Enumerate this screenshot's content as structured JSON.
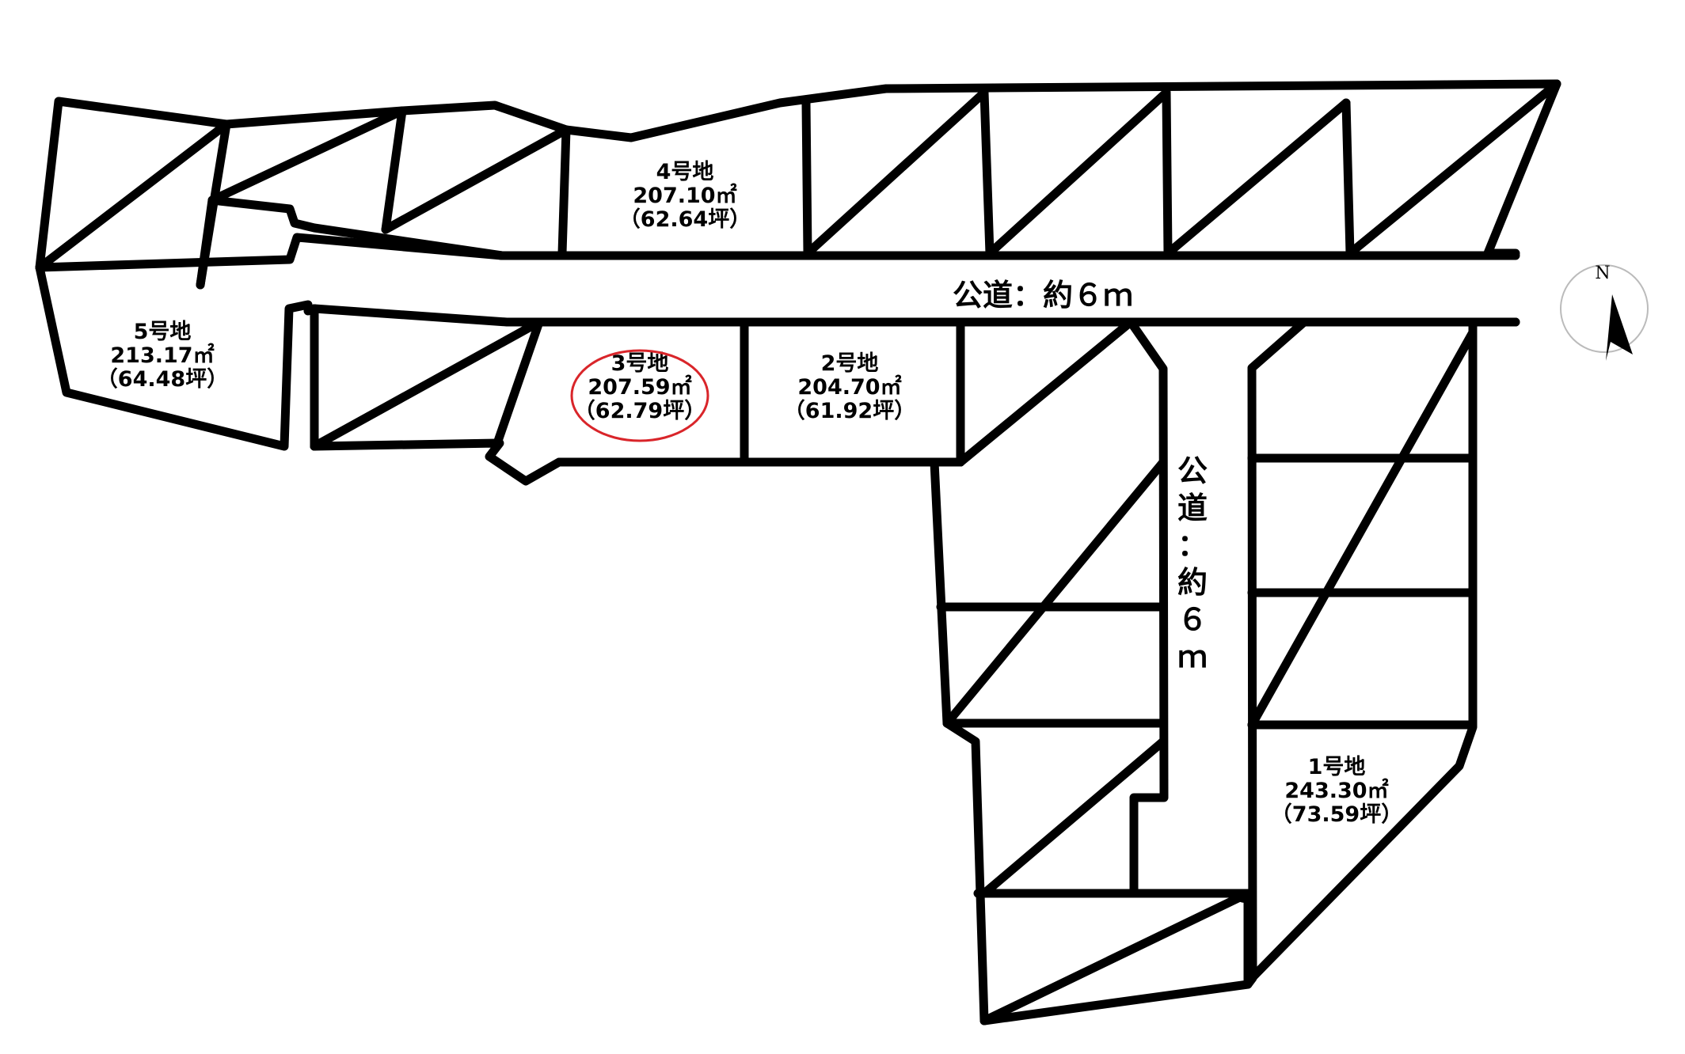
{
  "lots": [
    {
      "id": "lot-4",
      "name": "4号地",
      "area": "207.10㎡",
      "tsubo": "（62.64坪）",
      "highlighted": false
    },
    {
      "id": "lot-5",
      "name": "5号地",
      "area": "213.17㎡",
      "tsubo": "（64.48坪）",
      "highlighted": false
    },
    {
      "id": "lot-3",
      "name": "3号地",
      "area": "207.59㎡",
      "tsubo": "（62.79坪）",
      "highlighted": true
    },
    {
      "id": "lot-2",
      "name": "2号地",
      "area": "204.70㎡",
      "tsubo": "（61.92坪）",
      "highlighted": false
    },
    {
      "id": "lot-1",
      "name": "1号地",
      "area": "243.30㎡",
      "tsubo": "（73.59坪）",
      "highlighted": false
    }
  ],
  "roads": {
    "horizontal": "公道：約６ｍ",
    "vertical": [
      "公",
      "道",
      "：",
      "約",
      "６",
      "ｍ"
    ]
  },
  "compass": {
    "north_label": "N"
  },
  "colors": {
    "line": "#000000",
    "highlight": "#d9252a",
    "background": "#ffffff"
  }
}
